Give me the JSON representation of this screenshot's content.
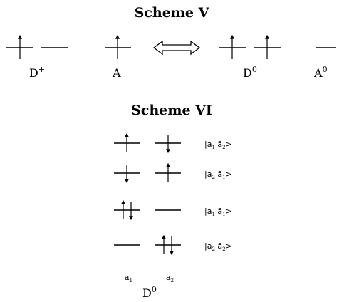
{
  "scheme_v": {
    "title": "Scheme V",
    "labels": [
      {
        "main": "D",
        "sup": "+"
      },
      {
        "main": "A",
        "sup": ""
      },
      {
        "main": "D",
        "sup": "0"
      },
      {
        "main": "A",
        "sup": "0"
      }
    ]
  },
  "scheme_vi": {
    "title": "Scheme VI",
    "kets": [
      {
        "open": "|a",
        "s1": "1",
        "mid": " ā",
        "s2": "2",
        "close": ">"
      },
      {
        "open": "|a",
        "s1": "2",
        "mid": " ā",
        "s2": "1",
        "close": ">"
      },
      {
        "open": "|a",
        "s1": "1",
        "mid": " ā",
        "s2": "1",
        "close": ">"
      },
      {
        "open": "|a",
        "s1": "2",
        "mid": " ā",
        "s2": "2",
        "close": ">"
      }
    ],
    "orbital_labels": [
      {
        "main": "a",
        "sub": "1"
      },
      {
        "main": "a",
        "sub": "2"
      }
    ],
    "bottom_label": {
      "main": "D",
      "sup": "0"
    }
  }
}
